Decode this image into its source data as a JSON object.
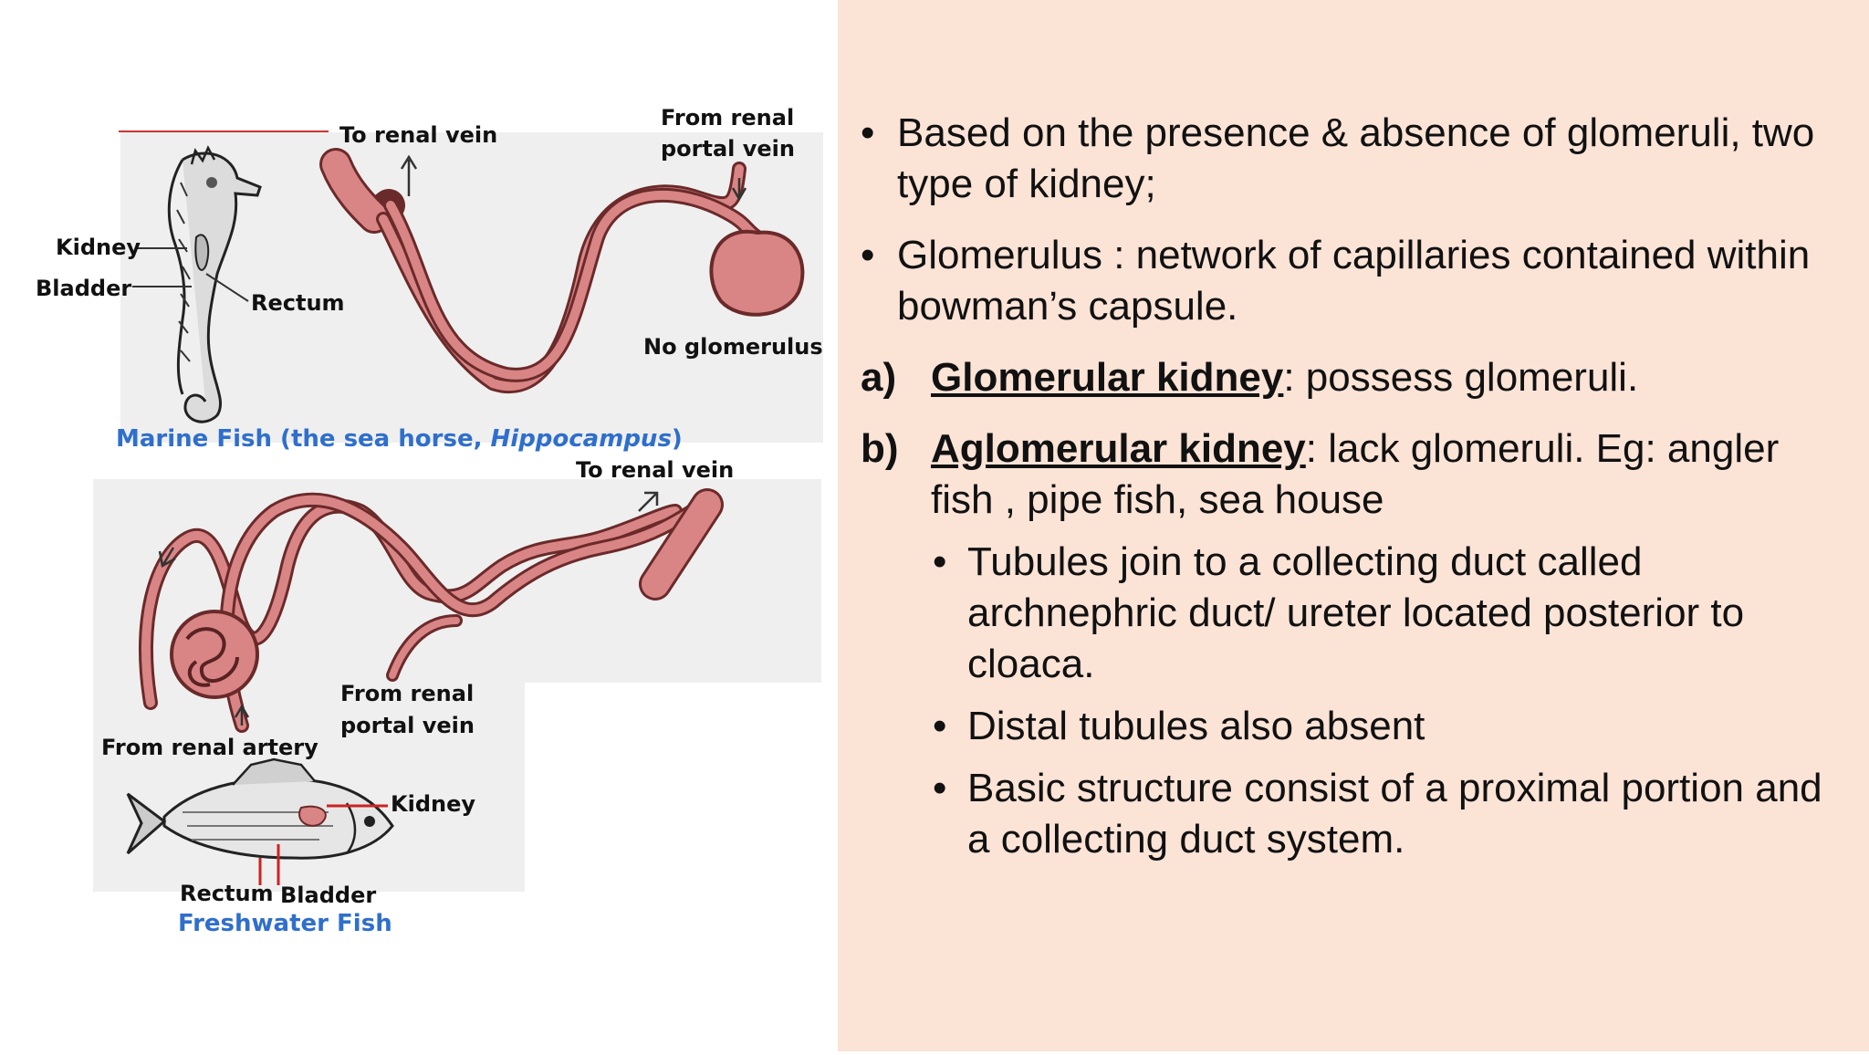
{
  "diagram": {
    "marine": {
      "caption_prefix": "Marine Fish (the sea horse, ",
      "caption_genus": "Hippocampus",
      "caption_suffix": ")",
      "label_to_renal_vein": "To renal vein",
      "label_from_renal_portal_line1": "From renal",
      "label_from_renal_portal_line2": "portal vein",
      "label_kidney": "Kidney",
      "label_bladder": "Bladder",
      "label_rectum": "Rectum",
      "label_no_glomerulus": "No glomerulus"
    },
    "freshwater": {
      "caption": "Freshwater Fish",
      "label_to_renal_vein": "To renal vein",
      "label_from_renal_portal_line1": "From renal",
      "label_from_renal_portal_line2": "portal vein",
      "label_from_renal_artery": "From renal artery",
      "label_kidney": "Kidney",
      "label_rectum": "Rectum",
      "label_bladder": "Bladder"
    }
  },
  "content": {
    "bullet1": "Based on the presence & absence of glomeruli, two type of kidney;",
    "bullet2": "Glomerulus : network of capillaries contained within bowman’s capsule.",
    "a_letter": "a)",
    "a_term": "Glomerular kidney",
    "a_text": ": possess glomeruli.",
    "b_letter": "b)",
    "b_term": "Aglomerular kidney",
    "b_text": ": lack glomeruli. Eg: angler fish , pipe fish, sea house",
    "sub1": "Tubules join to a collecting duct called archnephric duct/ ureter located posterior to cloaca.",
    "sub2": "Distal tubules also absent",
    "sub3": "Basic structure consist of a proximal portion and a collecting duct system.",
    "bullet_symbol": "•"
  },
  "colors": {
    "right_panel_bg": "#fbe3d6",
    "vessel_fill": "#d98585",
    "vessel_outline": "#6b2a2a",
    "caption_blue": "#2f6fcc",
    "label_line_red": "#cc2222"
  }
}
